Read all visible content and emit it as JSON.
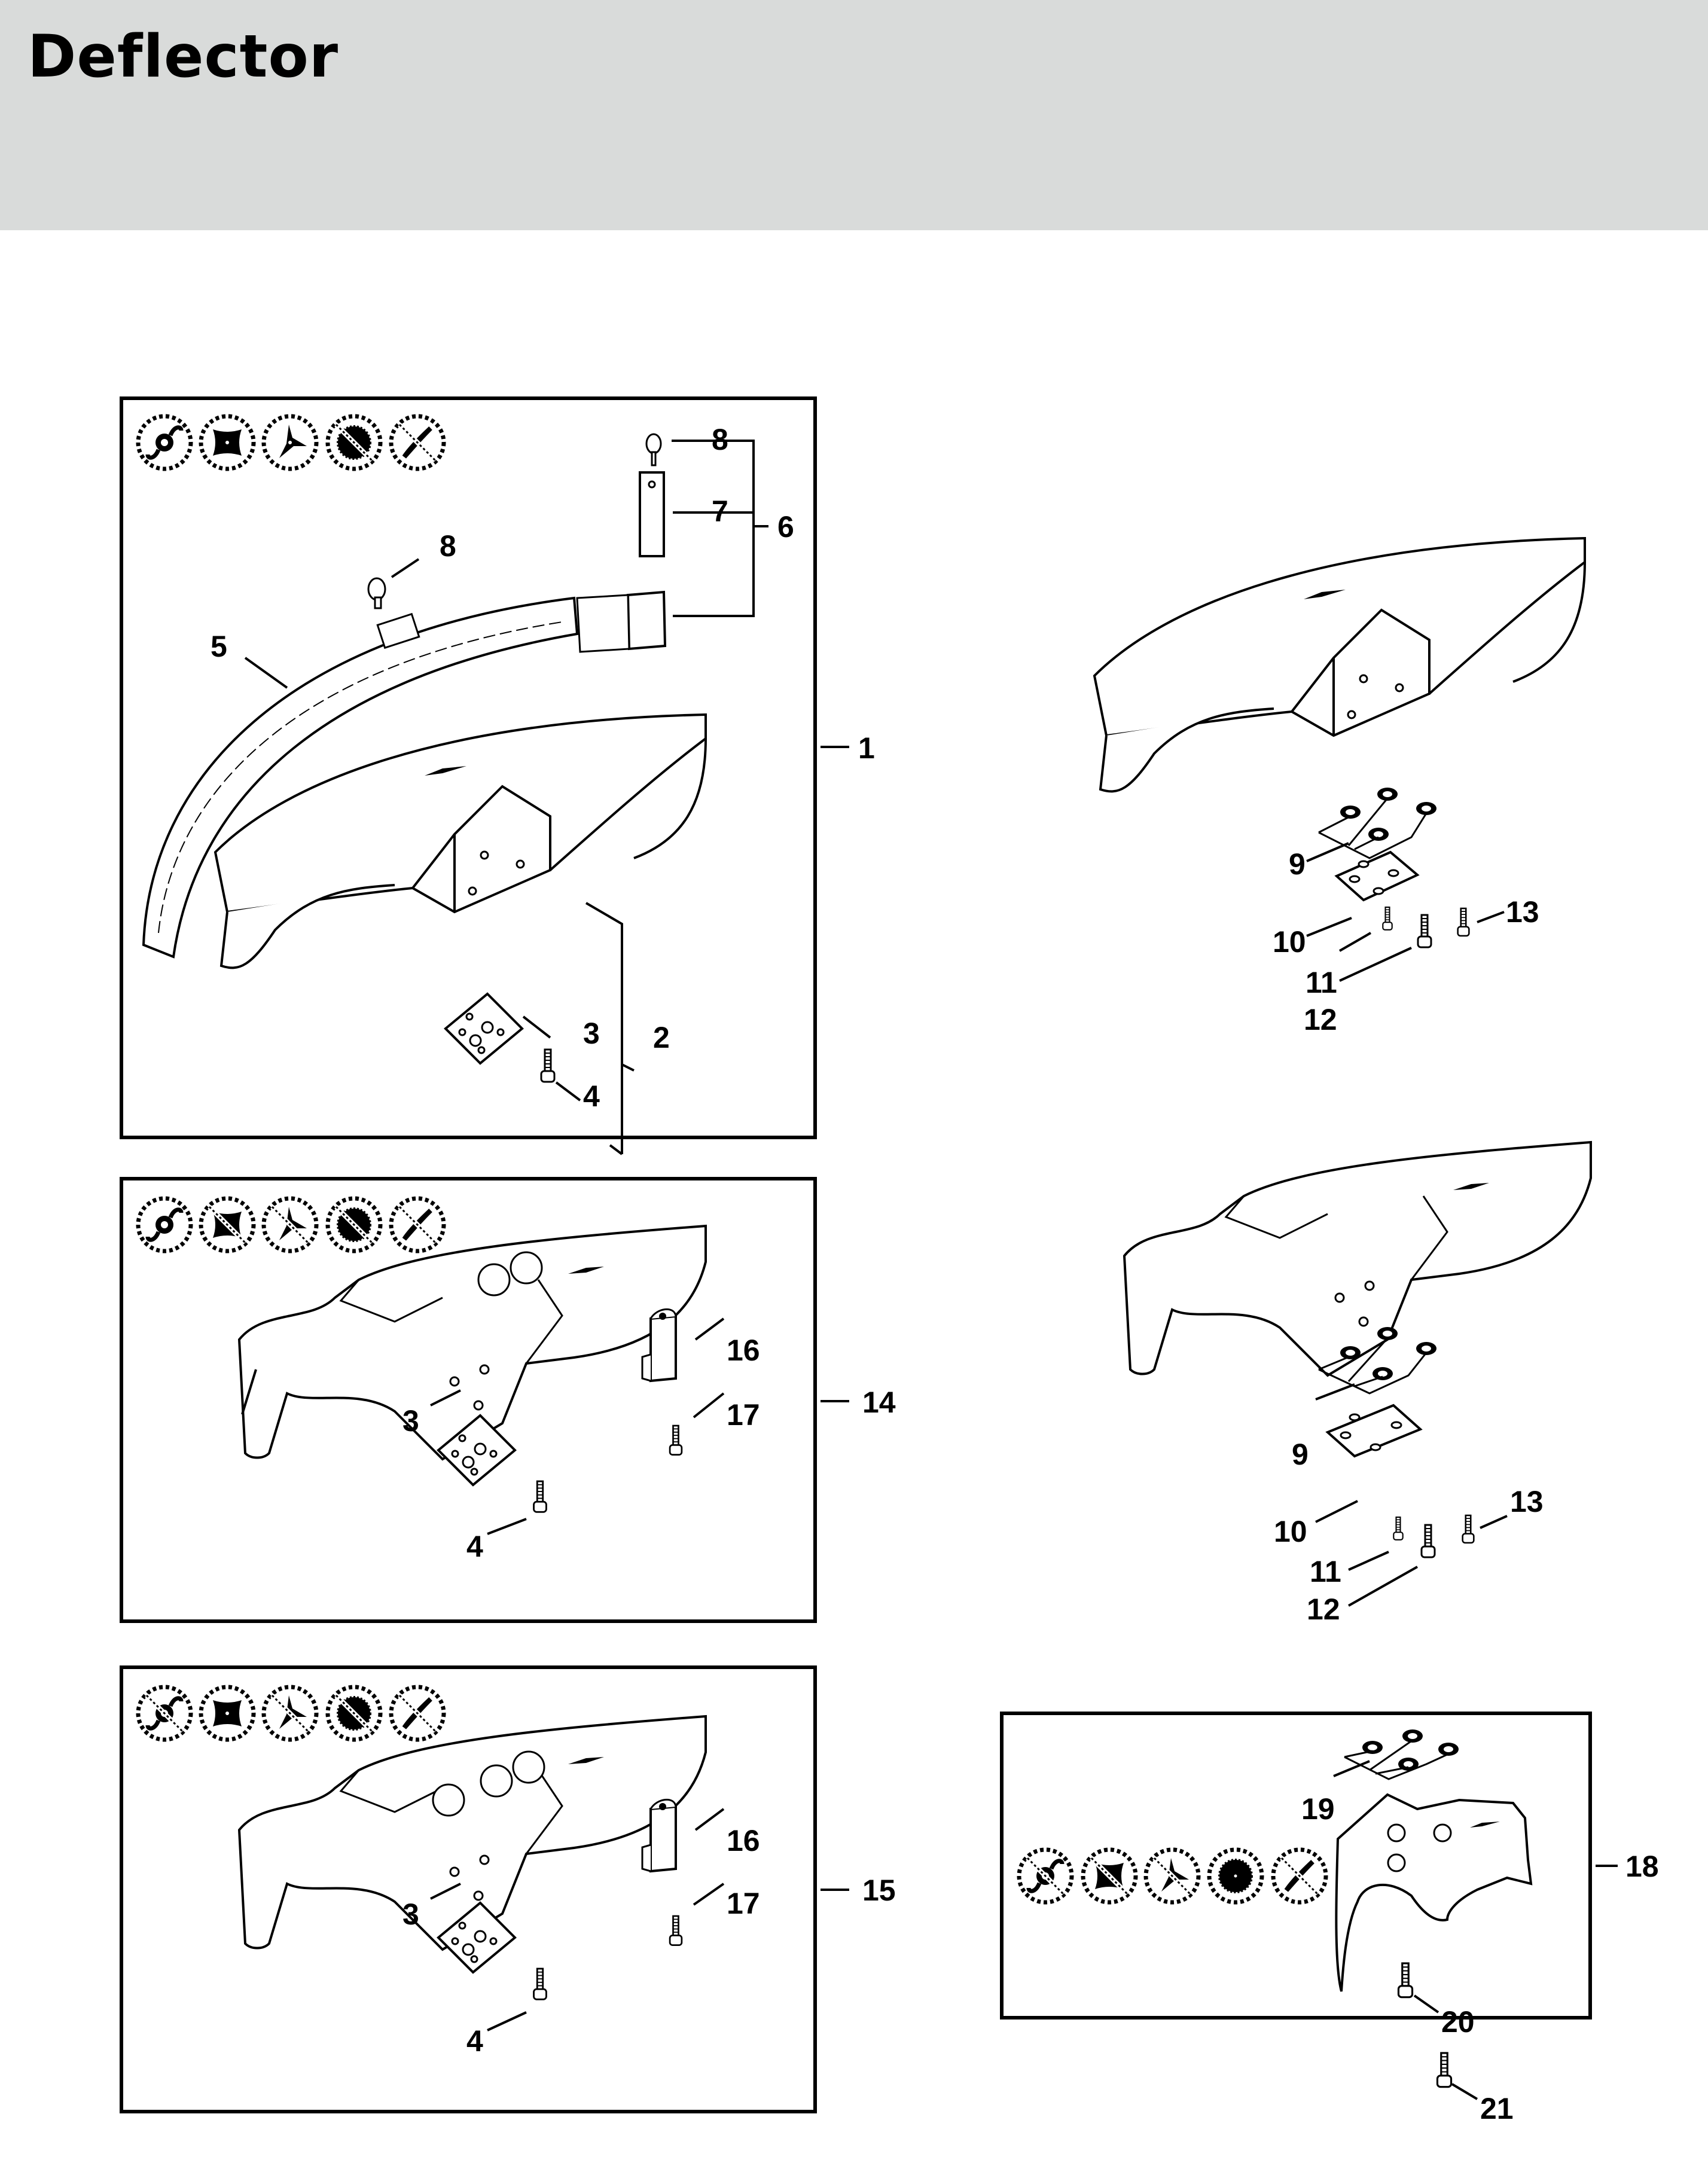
{
  "page": {
    "title": "Deflector",
    "header_bg": "#d9dbda"
  },
  "groups": [
    {
      "id": "frame-1",
      "assembly_number": "1",
      "tool_icons": [
        {
          "name": "grass-cutting-knife",
          "allowed": true
        },
        {
          "name": "four-tooth-blade",
          "allowed": true
        },
        {
          "name": "three-tooth-blade",
          "allowed": true
        },
        {
          "name": "circular-saw-blade",
          "allowed": false
        },
        {
          "name": "two-tooth-blade",
          "allowed": false
        }
      ],
      "callouts": [
        "2",
        "3",
        "4",
        "5",
        "6",
        "7",
        "8",
        "8"
      ]
    },
    {
      "id": "frame-14",
      "assembly_number": "14",
      "tool_icons": [
        {
          "name": "grass-cutting-knife",
          "allowed": true
        },
        {
          "name": "four-tooth-blade",
          "allowed": false
        },
        {
          "name": "three-tooth-blade",
          "allowed": false
        },
        {
          "name": "circular-saw-blade",
          "allowed": false
        },
        {
          "name": "two-tooth-blade",
          "allowed": false
        }
      ],
      "callouts": [
        "3",
        "4",
        "16",
        "17"
      ]
    },
    {
      "id": "frame-15",
      "assembly_number": "15",
      "tool_icons": [
        {
          "name": "grass-cutting-knife",
          "allowed": false
        },
        {
          "name": "four-tooth-blade",
          "allowed": true
        },
        {
          "name": "three-tooth-blade",
          "allowed": false
        },
        {
          "name": "circular-saw-blade",
          "allowed": false
        },
        {
          "name": "two-tooth-blade",
          "allowed": false
        }
      ],
      "callouts": [
        "3",
        "4",
        "16",
        "17"
      ]
    },
    {
      "id": "frame-18",
      "assembly_number": "18",
      "tool_icons": [
        {
          "name": "grass-cutting-knife",
          "allowed": false
        },
        {
          "name": "four-tooth-blade",
          "allowed": false
        },
        {
          "name": "three-tooth-blade",
          "allowed": false
        },
        {
          "name": "circular-saw-blade",
          "allowed": true
        },
        {
          "name": "two-tooth-blade",
          "allowed": false
        }
      ],
      "callouts": [
        "19",
        "20"
      ]
    }
  ],
  "loose_diagrams": [
    {
      "id": "upper-right",
      "callouts": [
        "9",
        "10",
        "11",
        "12",
        "13"
      ]
    },
    {
      "id": "middle-right",
      "callouts": [
        "9",
        "10",
        "11",
        "12",
        "13"
      ]
    },
    {
      "id": "below-frame-18",
      "callouts": [
        "21"
      ]
    }
  ],
  "labels": {
    "f1": {
      "n1": "1",
      "n2": "2",
      "n3": "3",
      "n4": "4",
      "n5": "5",
      "n6": "6",
      "n7": "7",
      "n8a": "8",
      "n8b": "8"
    },
    "r1": {
      "n9": "9",
      "n10": "10",
      "n11": "11",
      "n12": "12",
      "n13": "13"
    },
    "f14": {
      "n14": "14",
      "n3": "3",
      "n4": "4",
      "n16": "16",
      "n17": "17"
    },
    "r2": {
      "n9": "9",
      "n10": "10",
      "n11": "11",
      "n12": "12",
      "n13": "13"
    },
    "f15": {
      "n15": "15",
      "n3": "3",
      "n4": "4",
      "n16": "16",
      "n17": "17"
    },
    "f18": {
      "n18": "18",
      "n19": "19",
      "n20": "20",
      "n21": "21"
    }
  }
}
